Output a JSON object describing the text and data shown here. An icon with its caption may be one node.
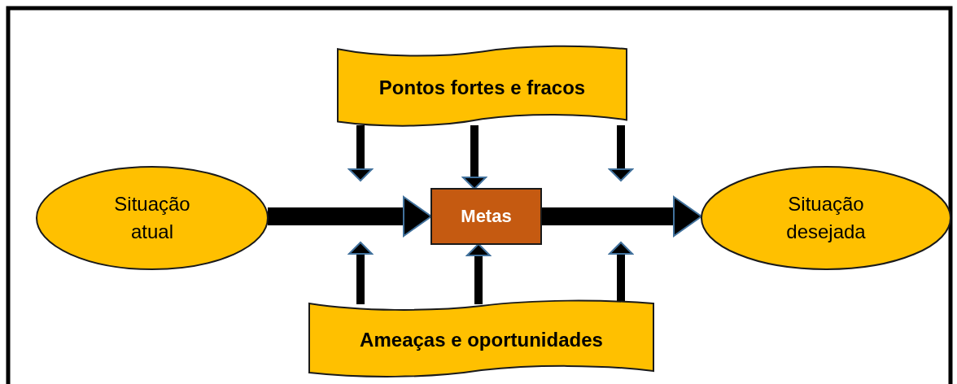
{
  "diagram": {
    "nodes": [
      {
        "text": [
          "Situação atual"
        ]
      },
      {
        "text": [
          "Pontos fortes e fracos"
        ]
      },
      {
        "text": [
          "Metas"
        ]
      },
      {
        "text": [
          "Situação desejada"
        ]
      },
      {
        "text": [
          "Ameaças e oportunidades"
        ]
      }
    ],
    "edges": [
      {
        "from": 1,
        "to": null,
        "arrow": "to"
      },
      {
        "from": 1,
        "to": 2,
        "arrow": "to"
      },
      {
        "from": 1,
        "to": null,
        "arrow": "to"
      },
      {
        "from": 0,
        "to": 2,
        "arrow": "to",
        "style": "thick"
      },
      {
        "from": 2,
        "to": 3,
        "arrow": "to",
        "style": "thick"
      },
      {
        "from": 4,
        "to": null,
        "arrow": "to"
      },
      {
        "from": 4,
        "to": 2,
        "arrow": "to"
      },
      {
        "from": 4,
        "to": null,
        "arrow": "to"
      }
    ]
  }
}
